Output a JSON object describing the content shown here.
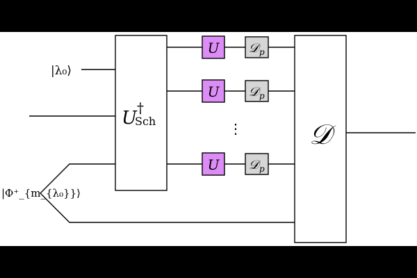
{
  "diagram": {
    "input_lambda": "|λ₀⟩",
    "input_phi": "|Φ⁺_{m_{λ₀}}⟩",
    "schur_gate": {
      "symbol": "U",
      "superscript": "†",
      "subscript": "Sch"
    },
    "unitary_gates": [
      "U",
      "U",
      "U"
    ],
    "depolarizing_gates": [
      {
        "symbol": "𝒟",
        "subscript": "p"
      },
      {
        "symbol": "𝒟",
        "subscript": "p"
      },
      {
        "symbol": "𝒟",
        "subscript": "p"
      }
    ],
    "ellipsis": "⋮",
    "final_channel": "𝒟"
  },
  "colors": {
    "background": "#ffffff",
    "letterbox": "#000000",
    "unitary_fill": "#dc8cf5",
    "channel_fill": "#d6d6d6",
    "stroke": "#000000"
  }
}
